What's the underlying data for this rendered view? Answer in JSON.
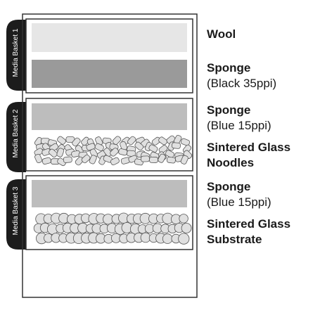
{
  "baskets": [
    {
      "tab": "Media Basket 1"
    },
    {
      "tab": "Media Basket 2"
    },
    {
      "tab": "Media Basket 3"
    }
  ],
  "labels": {
    "wool": "Wool",
    "sponge_black": "Sponge",
    "sponge_black_spec": "(Black 35ppi)",
    "sponge_blue_1": "Sponge",
    "sponge_blue_1_spec": "(Blue 15ppi)",
    "noodles_line1": "Sintered Glass",
    "noodles_line2": "Noodles",
    "sponge_blue_2": "Sponge",
    "sponge_blue_2_spec": "(Blue 15ppi)",
    "substrate_line1": "Sintered Glass",
    "substrate_line2": "Substrate"
  },
  "colors": {
    "outline": "#333333",
    "tab": "#1c1c1c",
    "wool": "#e6e6e6",
    "sponge_black": "#9a9a9a",
    "sponge_blue": "#bdbdbd",
    "media_fill": "#e0e0e0",
    "media_stroke": "#555555"
  }
}
